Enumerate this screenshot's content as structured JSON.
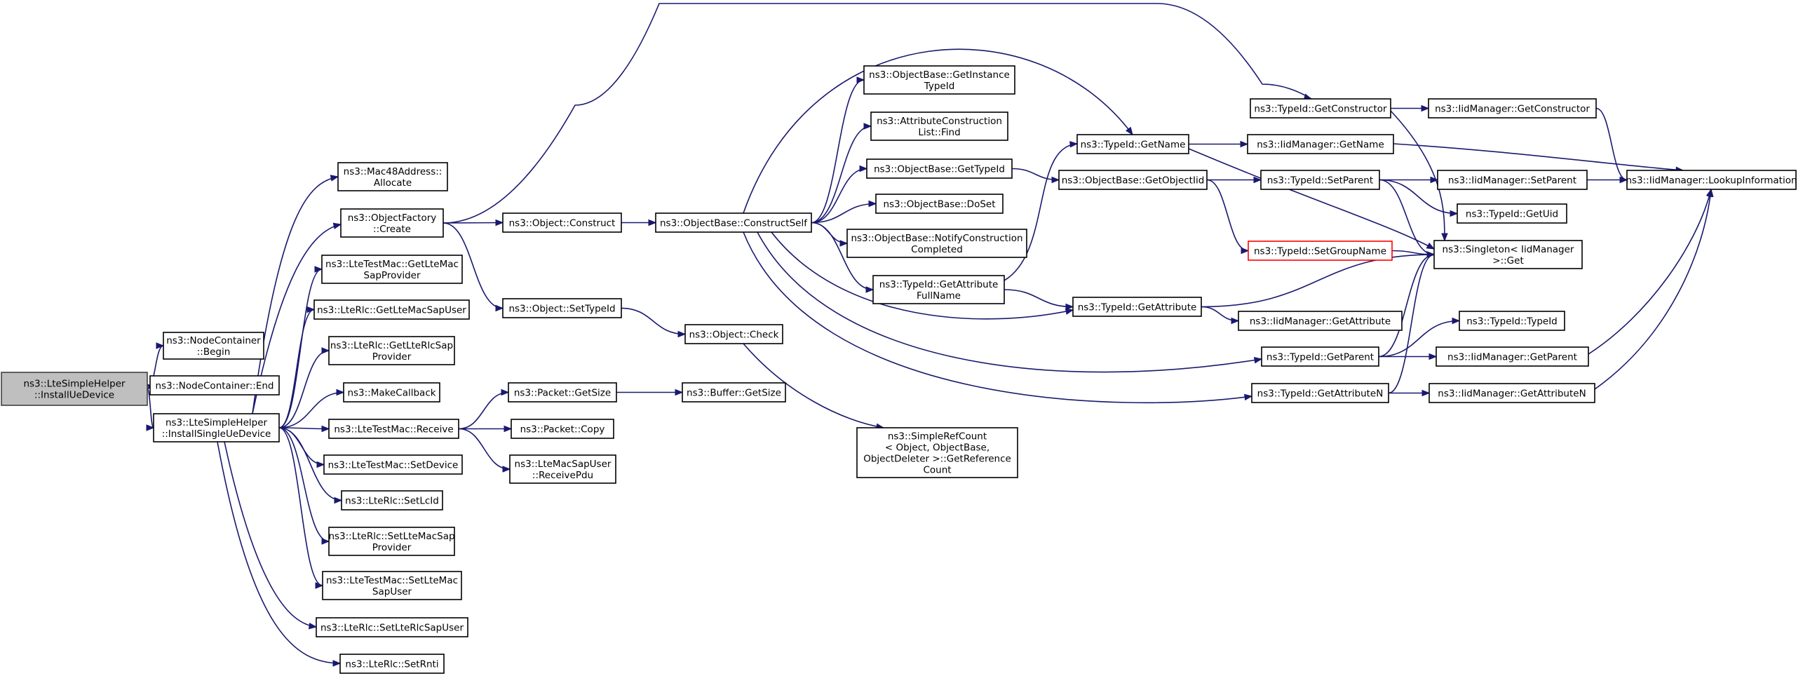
{
  "graph": {
    "edge_color": "#191970",
    "nodes": [
      {
        "id": "root",
        "lines": [
          "ns3::LteSimpleHelper",
          "::InstallUeDevice"
        ],
        "style": "root"
      },
      {
        "id": "nc_begin",
        "lines": [
          "ns3::NodeContainer",
          "::Begin"
        ]
      },
      {
        "id": "nc_end",
        "lines": [
          "ns3::NodeContainer::End"
        ]
      },
      {
        "id": "install_single",
        "lines": [
          "ns3::LteSimpleHelper",
          "::InstallSingleUeDevice"
        ]
      },
      {
        "id": "mac48",
        "lines": [
          "ns3::Mac48Address::",
          "Allocate"
        ]
      },
      {
        "id": "of_create",
        "lines": [
          "ns3::ObjectFactory",
          "::Create"
        ]
      },
      {
        "id": "getltemac",
        "lines": [
          "ns3::LteTestMac::GetLteMac",
          "SapProvider"
        ]
      },
      {
        "id": "rlc_getltemacsapuser",
        "lines": [
          "ns3::LteRlc::GetLteMacSapUser"
        ]
      },
      {
        "id": "rlc_getlterlcsap",
        "lines": [
          "ns3::LteRlc::GetLteRlcSap",
          "Provider"
        ]
      },
      {
        "id": "makecallback",
        "lines": [
          "ns3::MakeCallback"
        ]
      },
      {
        "id": "receive",
        "lines": [
          "ns3::LteTestMac::Receive"
        ]
      },
      {
        "id": "setdevice",
        "lines": [
          "ns3::LteTestMac::SetDevice"
        ]
      },
      {
        "id": "setlcid",
        "lines": [
          "ns3::LteRlc::SetLcId"
        ]
      },
      {
        "id": "setltemacsapprov",
        "lines": [
          "ns3::LteRlc::SetLteMacSap",
          "Provider"
        ]
      },
      {
        "id": "setltemacsapuser",
        "lines": [
          "ns3::LteTestMac::SetLteMac",
          "SapUser"
        ]
      },
      {
        "id": "setlterlcsapuser",
        "lines": [
          "ns3::LteRlc::SetLteRlcSapUser"
        ]
      },
      {
        "id": "setrnti",
        "lines": [
          "ns3::LteRlc::SetRnti"
        ]
      },
      {
        "id": "obj_construct",
        "lines": [
          "ns3::Object::Construct"
        ]
      },
      {
        "id": "obj_settypeid",
        "lines": [
          "ns3::Object::SetTypeId"
        ]
      },
      {
        "id": "pkt_getsize",
        "lines": [
          "ns3::Packet::GetSize"
        ]
      },
      {
        "id": "pkt_copy",
        "lines": [
          "ns3::Packet::Copy"
        ]
      },
      {
        "id": "receivepdu",
        "lines": [
          "ns3::LteMacSapUser",
          "::ReceivePdu"
        ]
      },
      {
        "id": "constructself",
        "lines": [
          "ns3::ObjectBase::ConstructSelf"
        ]
      },
      {
        "id": "obj_check",
        "lines": [
          "ns3::Object::Check"
        ]
      },
      {
        "id": "buf_getsize",
        "lines": [
          "ns3::Buffer::GetSize"
        ]
      },
      {
        "id": "getinstancetypeid",
        "lines": [
          "ns3::ObjectBase::GetInstance",
          "TypeId"
        ]
      },
      {
        "id": "attrconstr",
        "lines": [
          "ns3::AttributeConstruction",
          "List::Find"
        ]
      },
      {
        "id": "ob_gettypeid",
        "lines": [
          "ns3::ObjectBase::GetTypeId"
        ]
      },
      {
        "id": "doset",
        "lines": [
          "ns3::ObjectBase::DoSet"
        ]
      },
      {
        "id": "notifyconstr",
        "lines": [
          "ns3::ObjectBase::NotifyConstruction",
          "Completed"
        ]
      },
      {
        "id": "getattrfullname",
        "lines": [
          "ns3::TypeId::GetAttribute",
          "FullName"
        ]
      },
      {
        "id": "simplerefcount",
        "lines": [
          "ns3::SimpleRefCount",
          "< Object, ObjectBase,",
          "ObjectDeleter >::GetReference",
          "Count"
        ]
      },
      {
        "id": "tid_getname",
        "lines": [
          "ns3::TypeId::GetName"
        ]
      },
      {
        "id": "getobjectiid",
        "lines": [
          "ns3::ObjectBase::GetObjectIid"
        ]
      },
      {
        "id": "tid_getattribute",
        "lines": [
          "ns3::TypeId::GetAttribute"
        ]
      },
      {
        "id": "tid_getconstructor",
        "lines": [
          "ns3::TypeId::GetConstructor"
        ]
      },
      {
        "id": "iid_getname",
        "lines": [
          "ns3::IidManager::GetName"
        ]
      },
      {
        "id": "tid_setparent",
        "lines": [
          "ns3::TypeId::SetParent"
        ]
      },
      {
        "id": "tid_setgroupname",
        "lines": [
          "ns3::TypeId::SetGroupName"
        ],
        "style": "red"
      },
      {
        "id": "iid_getattribute",
        "lines": [
          "ns3::IidManager::GetAttribute"
        ]
      },
      {
        "id": "tid_getparent",
        "lines": [
          "ns3::TypeId::GetParent"
        ]
      },
      {
        "id": "tid_getattributen",
        "lines": [
          "ns3::TypeId::GetAttributeN"
        ]
      },
      {
        "id": "iid_getconstructor",
        "lines": [
          "ns3::IidManager::GetConstructor"
        ]
      },
      {
        "id": "iid_setparent",
        "lines": [
          "ns3::IidManager::SetParent"
        ]
      },
      {
        "id": "tid_getuid",
        "lines": [
          "ns3::TypeId::GetUid"
        ]
      },
      {
        "id": "singleton_get",
        "lines": [
          "ns3::Singleton< IidManager",
          ">::Get"
        ]
      },
      {
        "id": "tid_typeid",
        "lines": [
          "ns3::TypeId::TypeId"
        ]
      },
      {
        "id": "iid_getparent",
        "lines": [
          "ns3::IidManager::GetParent"
        ]
      },
      {
        "id": "iid_getattributen",
        "lines": [
          "ns3::IidManager::GetAttributeN"
        ]
      },
      {
        "id": "iid_lookup",
        "lines": [
          "ns3::IidManager::LookupInformation"
        ]
      }
    ],
    "edges": [
      [
        "root",
        "nc_begin"
      ],
      [
        "root",
        "nc_end"
      ],
      [
        "root",
        "install_single"
      ],
      [
        "install_single",
        "mac48"
      ],
      [
        "install_single",
        "of_create"
      ],
      [
        "install_single",
        "getltemac"
      ],
      [
        "install_single",
        "rlc_getltemacsapuser"
      ],
      [
        "install_single",
        "rlc_getlterlcsap"
      ],
      [
        "install_single",
        "makecallback"
      ],
      [
        "install_single",
        "receive"
      ],
      [
        "install_single",
        "setdevice"
      ],
      [
        "install_single",
        "setlcid"
      ],
      [
        "install_single",
        "setltemacsapprov"
      ],
      [
        "install_single",
        "setltemacsapuser"
      ],
      [
        "install_single",
        "setlterlcsapuser"
      ],
      [
        "install_single",
        "setrnti"
      ],
      [
        "of_create",
        "obj_construct"
      ],
      [
        "of_create",
        "obj_settypeid"
      ],
      [
        "of_create",
        "tid_getconstructor"
      ],
      [
        "obj_construct",
        "constructself"
      ],
      [
        "obj_settypeid",
        "obj_check"
      ],
      [
        "obj_check",
        "simplerefcount"
      ],
      [
        "receive",
        "pkt_getsize"
      ],
      [
        "receive",
        "pkt_copy"
      ],
      [
        "receive",
        "receivepdu"
      ],
      [
        "pkt_getsize",
        "buf_getsize"
      ],
      [
        "constructself",
        "getinstancetypeid"
      ],
      [
        "constructself",
        "attrconstr"
      ],
      [
        "constructself",
        "ob_gettypeid"
      ],
      [
        "constructself",
        "doset"
      ],
      [
        "constructself",
        "notifyconstr"
      ],
      [
        "constructself",
        "getattrfullname"
      ],
      [
        "constructself",
        "tid_getname"
      ],
      [
        "constructself",
        "tid_getattribute"
      ],
      [
        "constructself",
        "tid_getparent"
      ],
      [
        "constructself",
        "tid_getattributen"
      ],
      [
        "ob_gettypeid",
        "getobjectiid"
      ],
      [
        "getattrfullname",
        "tid_getname"
      ],
      [
        "getattrfullname",
        "tid_getattribute"
      ],
      [
        "getobjectiid",
        "tid_setparent"
      ],
      [
        "getobjectiid",
        "tid_setgroupname"
      ],
      [
        "tid_getname",
        "iid_getname"
      ],
      [
        "tid_getname",
        "singleton_get"
      ],
      [
        "tid_getattribute",
        "singleton_get"
      ],
      [
        "tid_getattribute",
        "iid_getattribute"
      ],
      [
        "tid_getconstructor",
        "iid_getconstructor"
      ],
      [
        "tid_getconstructor",
        "singleton_get"
      ],
      [
        "iid_getname",
        "iid_lookup"
      ],
      [
        "tid_setparent",
        "iid_setparent"
      ],
      [
        "tid_setparent",
        "tid_getuid"
      ],
      [
        "tid_setparent",
        "singleton_get"
      ],
      [
        "tid_setgroupname",
        "singleton_get"
      ],
      [
        "tid_getparent",
        "tid_typeid"
      ],
      [
        "tid_getparent",
        "iid_getparent"
      ],
      [
        "tid_getparent",
        "singleton_get"
      ],
      [
        "tid_getattributen",
        "iid_getattributen"
      ],
      [
        "tid_getattributen",
        "singleton_get"
      ],
      [
        "iid_getconstructor",
        "iid_lookup"
      ],
      [
        "iid_setparent",
        "iid_lookup"
      ],
      [
        "iid_getparent",
        "iid_lookup"
      ],
      [
        "iid_getattributen",
        "iid_lookup"
      ]
    ]
  }
}
